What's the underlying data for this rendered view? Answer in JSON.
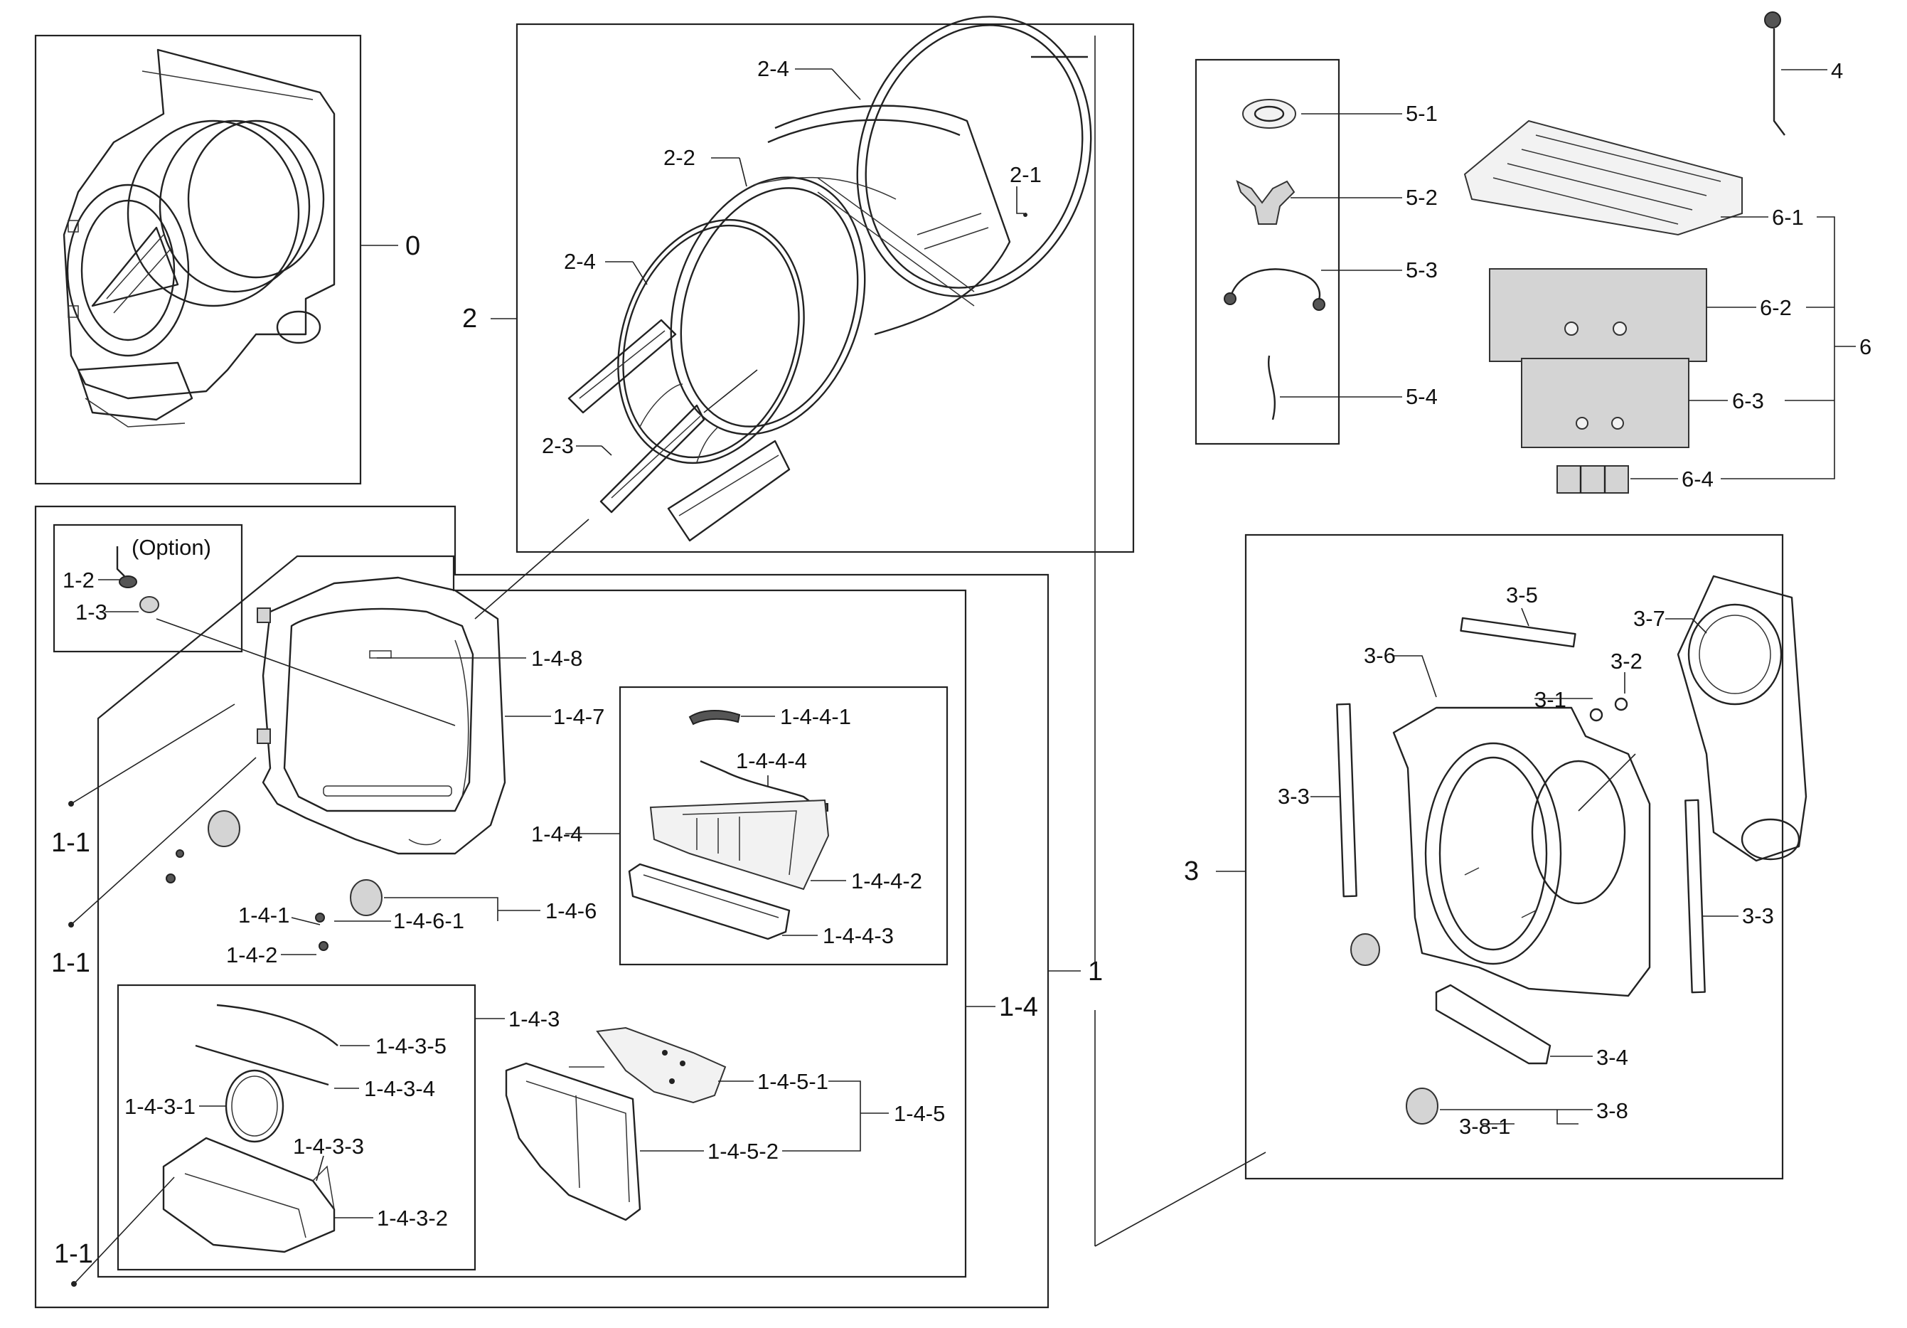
{
  "labels": {
    "l0": "0",
    "l1": "1",
    "l1_1a": "1-1",
    "l1_1b": "1-1",
    "l1_1c": "1-1",
    "l1_2": "1-2",
    "l1_3": "1-3",
    "l1_4": "1-4",
    "l1_4_1": "1-4-1",
    "l1_4_2": "1-4-2",
    "l1_4_3": "1-4-3",
    "l1_4_3_1": "1-4-3-1",
    "l1_4_3_2": "1-4-3-2",
    "l1_4_3_3": "1-4-3-3",
    "l1_4_3_4": "1-4-3-4",
    "l1_4_3_5": "1-4-3-5",
    "l1_4_4": "1-4-4",
    "l1_4_4_1": "1-4-4-1",
    "l1_4_4_2": "1-4-4-2",
    "l1_4_4_3": "1-4-4-3",
    "l1_4_4_4": "1-4-4-4",
    "l1_4_5": "1-4-5",
    "l1_4_5_1": "1-4-5-1",
    "l1_4_5_2": "1-4-5-2",
    "l1_4_6": "1-4-6",
    "l1_4_6_1": "1-4-6-1",
    "l1_4_7": "1-4-7",
    "l1_4_8": "1-4-8",
    "l2": "2",
    "l2_1": "2-1",
    "l2_2": "2-2",
    "l2_3": "2-3",
    "l2_4a": "2-4",
    "l2_4b": "2-4",
    "l3": "3",
    "l3_1": "3-1",
    "l3_2": "3-2",
    "l3_3a": "3-3",
    "l3_3b": "3-3",
    "l3_4": "3-4",
    "l3_5": "3-5",
    "l3_6": "3-6",
    "l3_7": "3-7",
    "l3_8": "3-8",
    "l3_8_1": "3-8-1",
    "l4": "4",
    "l5_1": "5-1",
    "l5_2": "5-2",
    "l5_3": "5-3",
    "l5_4": "5-4",
    "l6": "6",
    "l6_1": "6-1",
    "l6_2": "6-2",
    "l6_3": "6-3",
    "l6_4": "6-4",
    "option": "(Option)"
  }
}
